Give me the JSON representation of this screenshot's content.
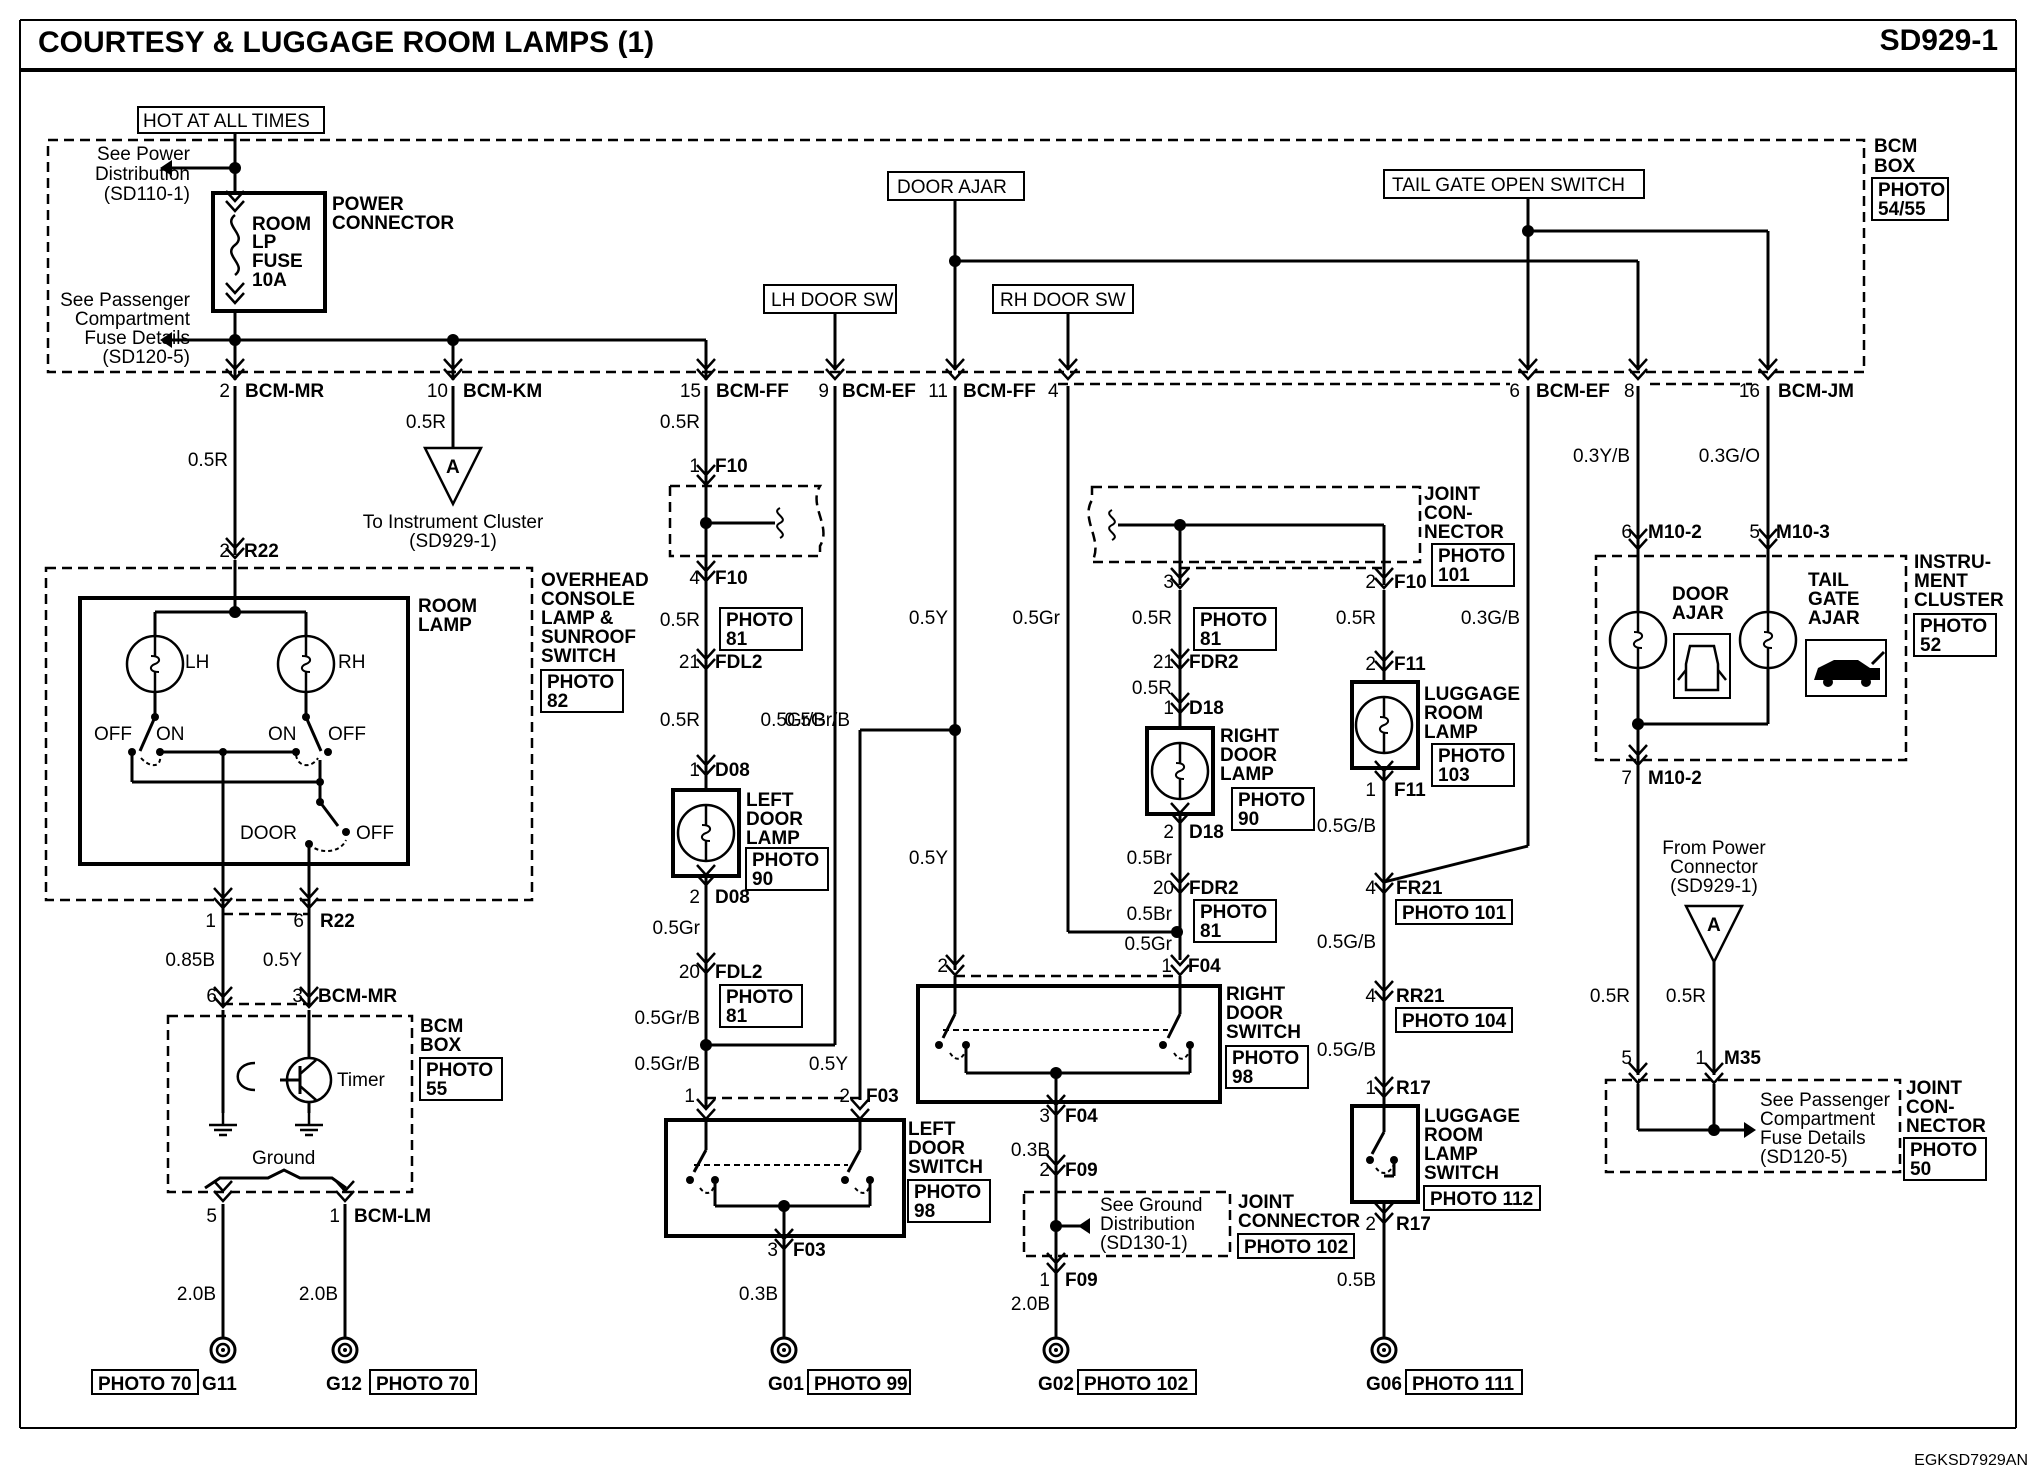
{
  "header": {
    "title": "COURTESY & LUGGAGE ROOM LAMPS (1)",
    "code": "SD929-1"
  },
  "footer": {
    "ref": "EGKSD7929AN"
  },
  "signals": {
    "hot": "HOT AT ALL TIMES",
    "door_ajar": "DOOR AJAR",
    "tail_gate": "TAIL GATE OPEN SWITCH",
    "lh_door_sw": "LH DOOR SW",
    "rh_door_sw": "RH DOOR SW"
  },
  "refs": {
    "power_dist": [
      "See Power",
      "Distribution",
      "(SD110-1)"
    ],
    "pass_fuse": [
      "See Passenger",
      "Compartment",
      "Fuse Details",
      "(SD120-5)"
    ],
    "instrument": [
      "To Instrument Cluster",
      "(SD929-1)"
    ],
    "from_power": [
      "From Power",
      "Connector",
      "(SD929-1)"
    ],
    "ground_dist": [
      "See Ground",
      "Distribution",
      "(SD130-1)"
    ],
    "pass_fuse2": [
      "See Passenger",
      "Compartment",
      "Fuse Details",
      "(SD120-5)"
    ]
  },
  "components": {
    "fuse": [
      "ROOM",
      "LP",
      "FUSE",
      "10A"
    ],
    "power_connector": [
      "POWER",
      "CONNECTOR"
    ],
    "bcm_box": [
      "BCM",
      "BOX"
    ],
    "overhead": [
      "OVERHEAD",
      "CONSOLE",
      "LAMP &",
      "SUNROOF",
      "SWITCH"
    ],
    "room_lamp": [
      "ROOM",
      "LAMP"
    ],
    "left_door_lamp": [
      "LEFT",
      "DOOR",
      "LAMP"
    ],
    "right_door_lamp": [
      "RIGHT",
      "DOOR",
      "LAMP"
    ],
    "joint_connector": [
      "JOINT",
      "CON-",
      "NECTOR"
    ],
    "luggage_lamp": [
      "LUGGAGE",
      "ROOM",
      "LAMP"
    ],
    "instrument_cluster": [
      "INSTRU-",
      "MENT",
      "CLUSTER"
    ],
    "door_ajar": [
      "DOOR",
      "AJAR"
    ],
    "tail_gate_ajar": [
      "TAIL",
      "GATE",
      "AJAR"
    ],
    "left_door_switch": [
      "LEFT",
      "DOOR",
      "SWITCH"
    ],
    "right_door_switch": [
      "RIGHT",
      "DOOR",
      "SWITCH"
    ],
    "luggage_switch": [
      "LUGGAGE",
      "ROOM",
      "LAMP",
      "SWITCH"
    ],
    "joint_connector2": [
      "JOINT",
      "CONNECTOR"
    ],
    "joint_connector3": [
      "JOINT",
      "CON-",
      "NECTOR"
    ],
    "timer": "Timer",
    "ground": "Ground"
  },
  "switch_labels": {
    "lh": "LH",
    "rh": "RH",
    "off": "OFF",
    "on": "ON",
    "door": "DOOR"
  },
  "photos": {
    "p5455": [
      "PHOTO",
      "54/55"
    ],
    "p82": [
      "PHOTO",
      "82"
    ],
    "p55": [
      "PHOTO",
      "55"
    ],
    "p81a": [
      "PHOTO",
      "81"
    ],
    "p90a": [
      "PHOTO",
      "90"
    ],
    "p81b": [
      "PHOTO",
      "81"
    ],
    "p98a": [
      "PHOTO",
      "98"
    ],
    "p81c": [
      "PHOTO",
      "81"
    ],
    "p90b": [
      "PHOTO",
      "90"
    ],
    "p81d": [
      "PHOTO",
      "81"
    ],
    "p98b": [
      "PHOTO",
      "98"
    ],
    "p101": [
      "PHOTO",
      "101"
    ],
    "p103": [
      "PHOTO",
      "103"
    ],
    "p52": [
      "PHOTO",
      "52"
    ],
    "p50": [
      "PHOTO",
      "50"
    ],
    "p101b": "PHOTO 101",
    "p104": "PHOTO 104",
    "p112": "PHOTO 112",
    "p102a": "PHOTO 102"
  },
  "grounds": [
    {
      "id": "G11",
      "photo": "PHOTO 70"
    },
    {
      "id": "G12",
      "photo": "PHOTO 70"
    },
    {
      "id": "G01",
      "photo": "PHOTO 99"
    },
    {
      "id": "G02",
      "photo": "PHOTO 102"
    },
    {
      "id": "G06",
      "photo": "PHOTO 111"
    }
  ],
  "pins": {
    "bcm_mr_top": [
      "2",
      "BCM-MR"
    ],
    "bcm_km": [
      "10",
      "BCM-KM"
    ],
    "bcm_ff15": [
      "15",
      "BCM-FF"
    ],
    "bcm_ef9": [
      "9",
      "BCM-EF"
    ],
    "bcm_ff11": [
      "11",
      "BCM-FF",
      "4"
    ],
    "bcm_ef6": [
      "6",
      "BCM-EF",
      "8"
    ],
    "bcm_jm": [
      "16",
      "BCM-JM"
    ],
    "r22_top": [
      "2",
      "R22"
    ],
    "r22_bot": [
      "1",
      "6",
      "R22"
    ],
    "bcm_mr_bot": [
      "6",
      "3",
      "BCM-MR"
    ],
    "bcm_lm": [
      "5",
      "1",
      "BCM-LM"
    ],
    "f10a": [
      "1",
      "F10"
    ],
    "f10b": [
      "4",
      "F10"
    ],
    "fdl2a": [
      "21",
      "FDL2"
    ],
    "d08a": [
      "1",
      "D08"
    ],
    "d08b": [
      "2",
      "D08"
    ],
    "fdl2b": [
      "20",
      "FDL2"
    ],
    "f03a": [
      "1",
      "2",
      "F03"
    ],
    "f03b": [
      "3",
      "F03"
    ],
    "f04a": [
      "2",
      "1",
      "F04"
    ],
    "f04b": [
      "3",
      "F04"
    ],
    "f09a": [
      "2",
      "F09"
    ],
    "f09b": [
      "1",
      "F09"
    ],
    "f10c": [
      "3",
      "2",
      "F10"
    ],
    "fdr2a": [
      "21",
      "FDR2"
    ],
    "d18a": [
      "1",
      "D18"
    ],
    "d18b": [
      "2",
      "D18"
    ],
    "fdr2b": [
      "20",
      "FDR2"
    ],
    "f11a": [
      "2",
      "F11"
    ],
    "f11b": [
      "1",
      "F11"
    ],
    "fr21": [
      "4",
      "FR21"
    ],
    "rr21": [
      "4",
      "RR21"
    ],
    "r17a": [
      "1",
      "R17"
    ],
    "r17b": [
      "2",
      "R17"
    ],
    "m10a": [
      "6",
      "M10-2",
      "5",
      "M10-3"
    ],
    "m10b": [
      "7",
      "M10-2"
    ],
    "m35": [
      "5",
      "1",
      "M35"
    ],
    "connector_a": "A"
  },
  "wires": {
    "w1": "0.5R",
    "w2": "0.5R",
    "w3": "0.5R",
    "w4": "0.5R",
    "w5": "0.5R",
    "w6": "0.5Gr/B",
    "w7": "0.5Gr",
    "w8": "0.5Gr/B",
    "w9": "0.5Gr/B",
    "w10": "0.5Y",
    "w11": "0.5Y",
    "w12": "0.5Y",
    "w13": "0.5Gr",
    "w14": "0.5R",
    "w15": "0.5R",
    "w16": "0.5Br",
    "w17": "0.5Br",
    "w18": "0.5Gr",
    "w19": "0.3B",
    "w20": "2.0B",
    "w21": "0.5R",
    "w22": "0.3G/B",
    "w23": "0.5G/B",
    "w24": "0.5G/B",
    "w25": "0.5G/B",
    "w26": "0.5B",
    "w27": "0.3Y/B",
    "w28": "0.3G/O",
    "w29": "0.5R",
    "w30": "0.5R",
    "w31": "0.85B",
    "w32": "0.5Y",
    "w33": "2.0B",
    "w34": "2.0B",
    "w35": "0.3B"
  }
}
